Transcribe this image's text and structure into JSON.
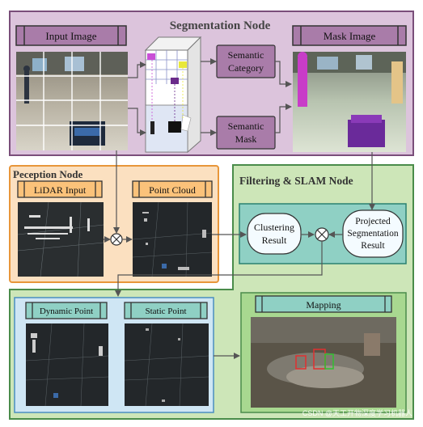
{
  "segmentation_node": {
    "title": "Segmentation Node",
    "input_image_label": "Input Image",
    "mask_image_label": "Mask Image",
    "semantic_category_line1": "Semantic",
    "semantic_category_line2": "Category",
    "semantic_mask_line1": "Semantic",
    "semantic_mask_line2": "Mask"
  },
  "perception_node": {
    "title": "Peception Node",
    "lidar_input_label": "LiDAR Input",
    "point_cloud_label": "Point Cloud"
  },
  "filtering_slam_node": {
    "title": "Filtering & SLAM Node",
    "clustering_line1": "Clustering",
    "clustering_line2": "Result",
    "projected_line1": "Projected",
    "projected_line2": "Segmentation",
    "projected_line3": "Result"
  },
  "bottom_section": {
    "dynamic_point_label": "Dynamic Point",
    "static_point_label": "Static Point",
    "mapping_label": "Mapping"
  },
  "watermark": "CSDN @天工开物深度学习机器人",
  "colors": {
    "segmentation_bg": "#dcc4dc",
    "segmentation_border": "#7a4e7a",
    "perception_bg": "#fbe0c0",
    "perception_border": "#e8963a",
    "slam_bg": "#cde6b8",
    "slam_border": "#4a8c4a",
    "inner_teal_bg": "#8fd0c4",
    "inner_teal_border": "#2a8070",
    "blue_panel_bg": "#cfe6f4",
    "blue_panel_border": "#4a8ec0",
    "purple_box": "#a97ca9"
  }
}
